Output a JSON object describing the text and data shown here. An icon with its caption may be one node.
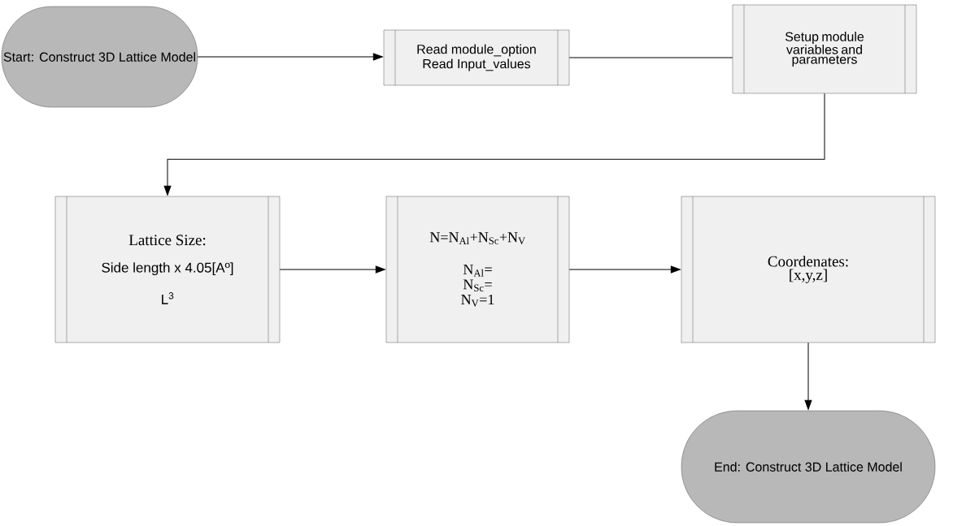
{
  "diagram": {
    "nodes": [
      {
        "text": [
          "Start: Construct 3D Lattice Model"
        ]
      },
      {
        "text": [
          "Read module_option",
          "Read Input_values"
        ]
      },
      {
        "text": [
          "Setup module variables and parameters"
        ]
      },
      {
        "text": [
          "Lattice Size:",
          "Side length x 4.05[Aº]",
          "L$^{3}$"
        ]
      },
      {
        "text": [
          "N=N$_{Al}$+N$_{Sc}$+N$_{V}$",
          "N$_{Al}$=",
          "N$_{Sc}$=",
          "N$_{V}$=1"
        ]
      },
      {
        "text": [
          "Coordenates:",
          "[x,y,z]"
        ]
      },
      {
        "text": [
          "End: Construct 3D Lattice Model"
        ]
      }
    ],
    "edges": [
      {
        "from": 0,
        "to": 1,
        "arrow": "to"
      },
      {
        "from": 1,
        "to": 2,
        "arrow": "none"
      },
      {
        "from": 2,
        "to": 3,
        "arrow": "to"
      },
      {
        "from": 3,
        "to": 4,
        "arrow": "to"
      },
      {
        "from": 4,
        "to": 5,
        "arrow": "to"
      },
      {
        "from": 5,
        "to": 6,
        "arrow": "to"
      }
    ]
  }
}
